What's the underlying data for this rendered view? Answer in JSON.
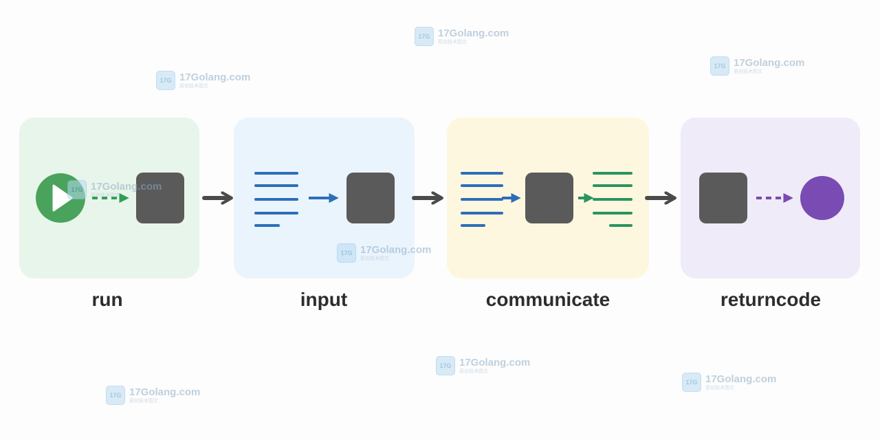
{
  "stages": [
    {
      "id": "run",
      "label": "run",
      "bg": "#e8f5ea"
    },
    {
      "id": "input",
      "label": "input",
      "bg": "#eaf4fd"
    },
    {
      "id": "communicate",
      "label": "communicate",
      "bg": "#fef7df"
    },
    {
      "id": "returncode",
      "label": "returncode",
      "bg": "#efebf8"
    }
  ],
  "colors": {
    "process_box": "#5a5a5a",
    "arrow": "#4a4a4a",
    "green": "#2f9e55",
    "blue": "#2c6eb8",
    "teal": "#2a9460",
    "purple": "#7a4bb2",
    "play_circle": "#4aa35c",
    "label_text": "#2d2d2d"
  },
  "icons": {
    "start": "play-icon",
    "process": "process-box-icon",
    "stdin": "text-lines-icon",
    "stdout": "text-lines-icon",
    "exit": "exit-status-circle-icon"
  },
  "watermark": {
    "site": "17Golang.com",
    "sub": "原创技术图文",
    "badge": "17G"
  }
}
